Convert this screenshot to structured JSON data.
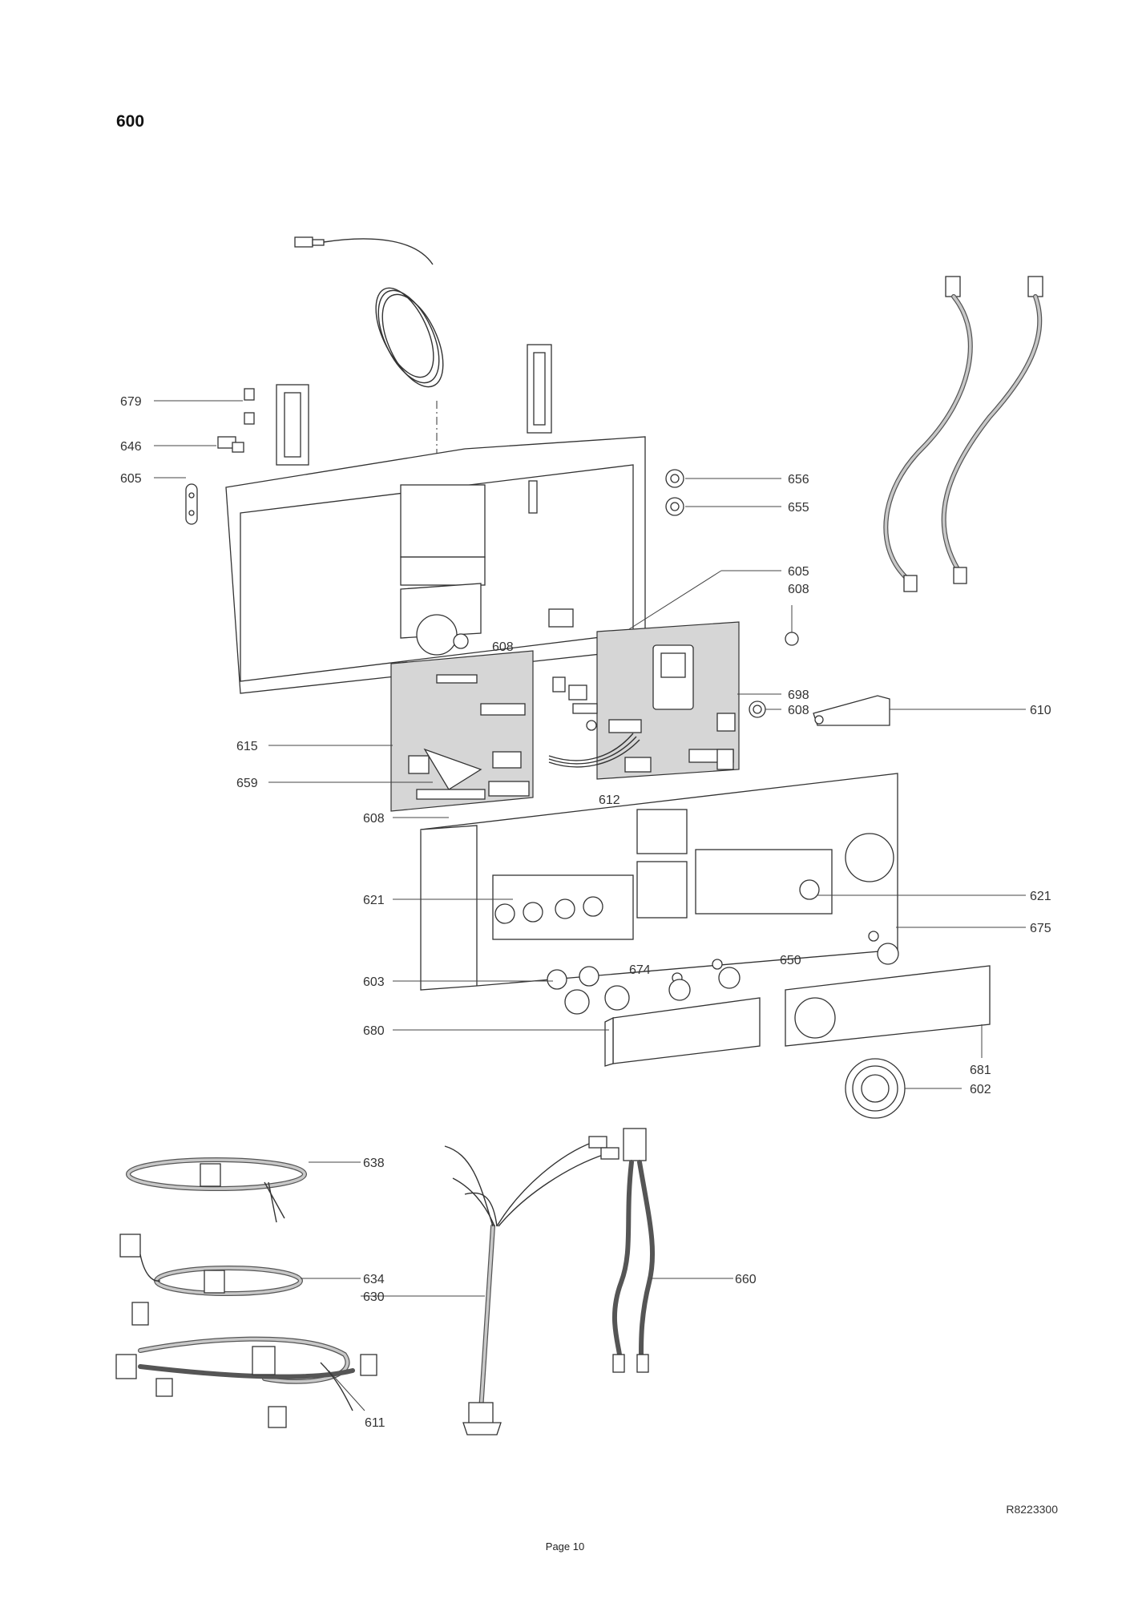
{
  "header": {
    "section": "600"
  },
  "footer": {
    "drawing_ref": "R8223300",
    "page": "Page 10"
  },
  "callouts": [
    {
      "id": "c679",
      "label": "679"
    },
    {
      "id": "c646",
      "label": "646"
    },
    {
      "id": "c605a",
      "label": "605"
    },
    {
      "id": "c656",
      "label": "656"
    },
    {
      "id": "c655",
      "label": "655"
    },
    {
      "id": "c605b",
      "label": "605"
    },
    {
      "id": "c608a",
      "label": "608"
    },
    {
      "id": "c608b",
      "label": "608"
    },
    {
      "id": "c698",
      "label": "698"
    },
    {
      "id": "c608c",
      "label": "608"
    },
    {
      "id": "c610",
      "label": "610"
    },
    {
      "id": "c615",
      "label": "615"
    },
    {
      "id": "c659",
      "label": "659"
    },
    {
      "id": "c612",
      "label": "612"
    },
    {
      "id": "c608d",
      "label": "608"
    },
    {
      "id": "c621a",
      "label": "621"
    },
    {
      "id": "c621b",
      "label": "621"
    },
    {
      "id": "c675",
      "label": "675"
    },
    {
      "id": "c650",
      "label": "650"
    },
    {
      "id": "c674",
      "label": "674"
    },
    {
      "id": "c603",
      "label": "603"
    },
    {
      "id": "c680",
      "label": "680"
    },
    {
      "id": "c681",
      "label": "681"
    },
    {
      "id": "c602",
      "label": "602"
    },
    {
      "id": "c638",
      "label": "638"
    },
    {
      "id": "c634",
      "label": "634"
    },
    {
      "id": "c630",
      "label": "630"
    },
    {
      "id": "c660",
      "label": "660"
    },
    {
      "id": "c611",
      "label": "611"
    }
  ]
}
